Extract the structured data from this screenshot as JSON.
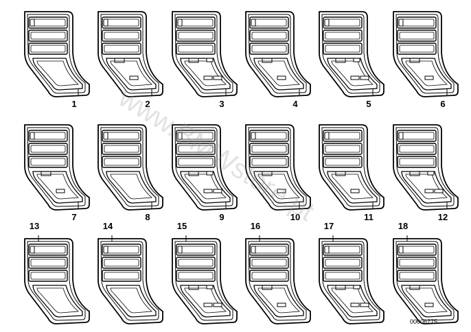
{
  "diagram": {
    "parts": [
      {
        "label": "1",
        "label_pos": "below",
        "variant": 0
      },
      {
        "label": "2",
        "label_pos": "below",
        "variant": 1
      },
      {
        "label": "3",
        "label_pos": "below",
        "variant": 2
      },
      {
        "label": "4",
        "label_pos": "below",
        "variant": 1
      },
      {
        "label": "5",
        "label_pos": "below",
        "variant": 2
      },
      {
        "label": "6",
        "label_pos": "below",
        "variant": 1
      },
      {
        "label": "7",
        "label_pos": "below",
        "variant": 1
      },
      {
        "label": "8",
        "label_pos": "below",
        "variant": 0
      },
      {
        "label": "9",
        "label_pos": "below",
        "variant": 2
      },
      {
        "label": "10",
        "label_pos": "below",
        "variant": 1
      },
      {
        "label": "11",
        "label_pos": "below",
        "variant": 1
      },
      {
        "label": "12",
        "label_pos": "below",
        "variant": 2
      },
      {
        "label": "13",
        "label_pos": "above",
        "variant": 0
      },
      {
        "label": "14",
        "label_pos": "above",
        "variant": 0
      },
      {
        "label": "15",
        "label_pos": "above",
        "variant": 2
      },
      {
        "label": "16",
        "label_pos": "above",
        "variant": 1
      },
      {
        "label": "17",
        "label_pos": "above",
        "variant": 2
      },
      {
        "label": "18",
        "label_pos": "above",
        "variant": 1
      }
    ],
    "catalog_number": "00006775",
    "watermark": "www.BMWstore.pt"
  },
  "colors": {
    "line": "#000000",
    "fill": "#ffffff",
    "watermark": "#9a9a9a"
  }
}
